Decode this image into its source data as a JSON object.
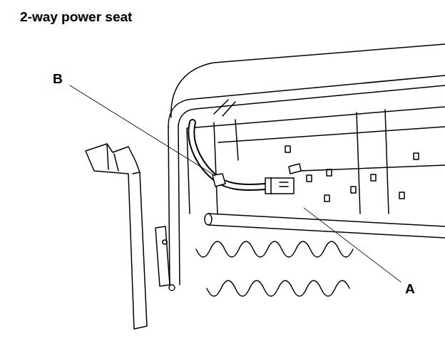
{
  "diagram": {
    "title": "2-way power seat",
    "labels": [
      "B",
      "A"
    ]
  }
}
